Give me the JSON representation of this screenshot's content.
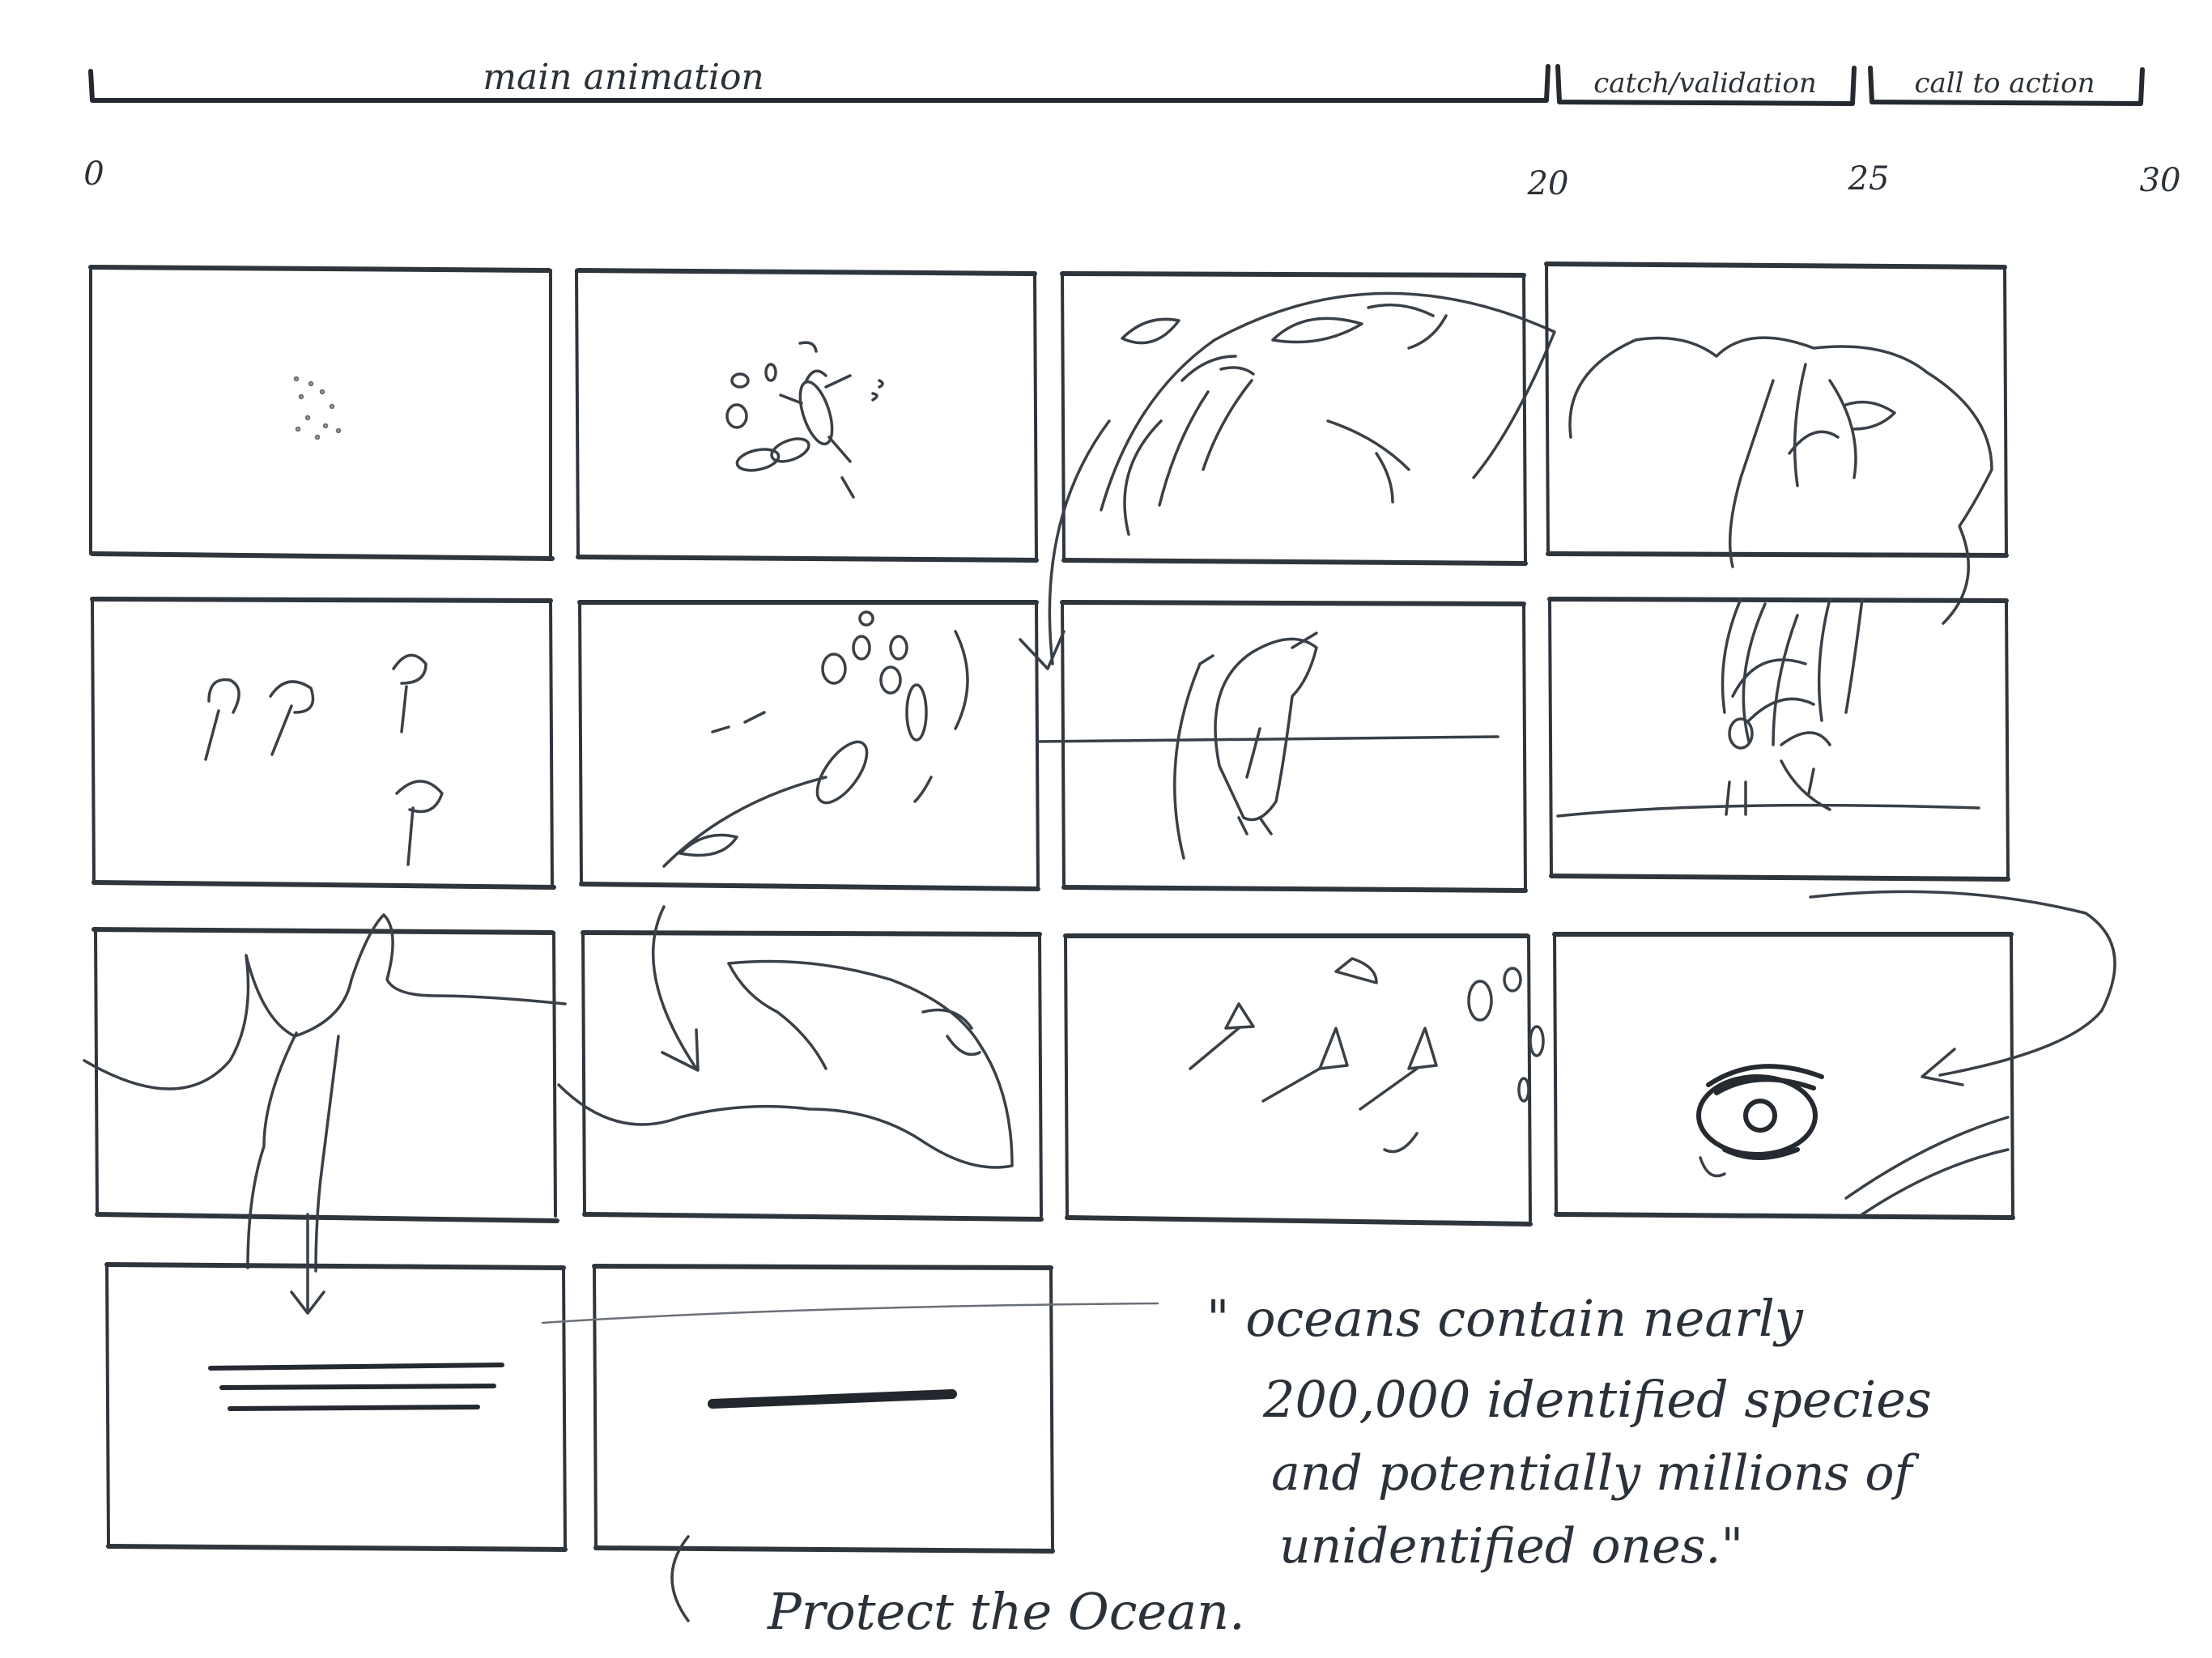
{
  "timeline": {
    "segments": [
      {
        "label": "main animation"
      },
      {
        "label": "catch/validation"
      },
      {
        "label": "call to action"
      }
    ],
    "ticks": [
      "0",
      "20",
      "25",
      "30"
    ]
  },
  "panels": [
    {
      "row": 1,
      "col": 1,
      "sketch": "particles"
    },
    {
      "row": 1,
      "col": 2,
      "sketch": "turtle-and-small-creatures"
    },
    {
      "row": 1,
      "col": 3,
      "sketch": "swirling-fish-school"
    },
    {
      "row": 1,
      "col": 4,
      "sketch": "jellyfish-closeup"
    },
    {
      "row": 2,
      "col": 1,
      "sketch": "jellyfish-group"
    },
    {
      "row": 2,
      "col": 2,
      "sketch": "bubbles-and-fish"
    },
    {
      "row": 2,
      "col": 3,
      "sketch": "penguin-diving"
    },
    {
      "row": 2,
      "col": 4,
      "sketch": "octopus-tentacles"
    },
    {
      "row": 3,
      "col": 1,
      "sketch": "coral-silhouette"
    },
    {
      "row": 3,
      "col": 2,
      "sketch": "manta-ray"
    },
    {
      "row": 3,
      "col": 3,
      "sketch": "small-fish-and-bubbles"
    },
    {
      "row": 3,
      "col": 4,
      "sketch": "eye-closeup"
    },
    {
      "row": 4,
      "col": 1,
      "sketch": "text-lines"
    },
    {
      "row": 4,
      "col": 2,
      "sketch": "single-line"
    }
  ],
  "quote": {
    "lines": [
      "\" oceans contain nearly",
      "200,000 identified species",
      "and potentially millions of",
      "unidentified ones.\""
    ]
  },
  "call_to_action": "Protect the Ocean."
}
